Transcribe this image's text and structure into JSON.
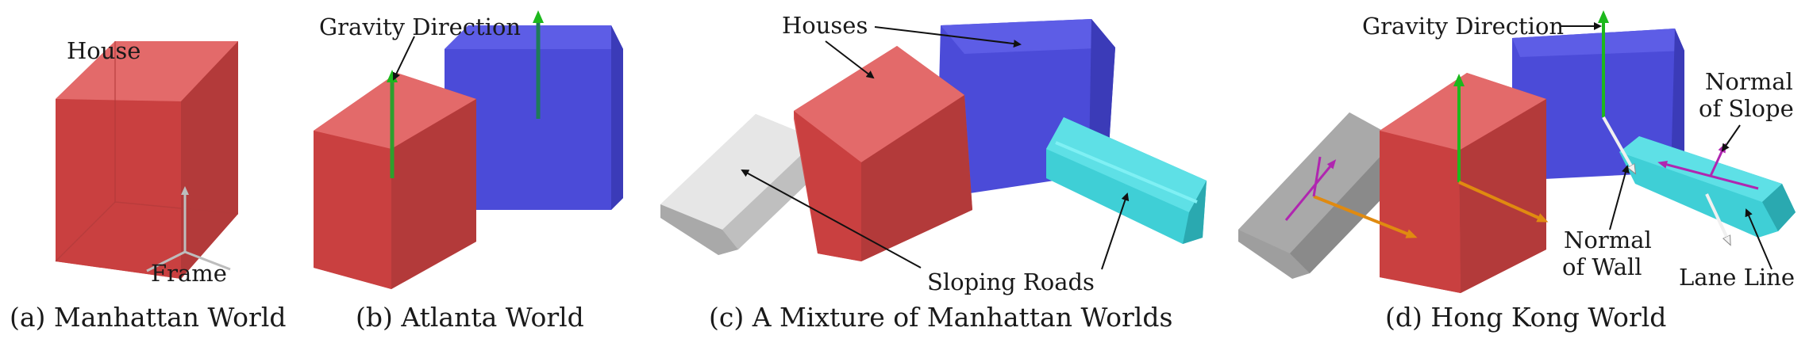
{
  "panels": {
    "a": {
      "caption": "(a) Manhattan World",
      "labels": {
        "house": "House",
        "frame": "Frame"
      }
    },
    "b": {
      "caption": "(b) Atlanta World",
      "labels": {
        "gravity": "Gravity Direction"
      }
    },
    "c": {
      "caption": "(c) A Mixture of Manhattan Worlds",
      "labels": {
        "houses": "Houses",
        "roads": "Sloping Roads"
      }
    },
    "d": {
      "caption": "(d) Hong Kong World",
      "labels": {
        "gravity": "Gravity Direction",
        "slope_1": "Normal",
        "slope_2": "of Slope",
        "wall_1": "Normal",
        "wall_2": "of Wall",
        "lane": "Lane Line"
      }
    }
  },
  "colors": {
    "house_red": "#d94a4a",
    "house_blue": "#4a4ad6",
    "road_gray": "#c9c9c9",
    "road_cyan": "#3fcfd6",
    "gravity_green": "#18b418",
    "slope_magenta": "#b026b0",
    "orange_axis": "#d88a10"
  }
}
